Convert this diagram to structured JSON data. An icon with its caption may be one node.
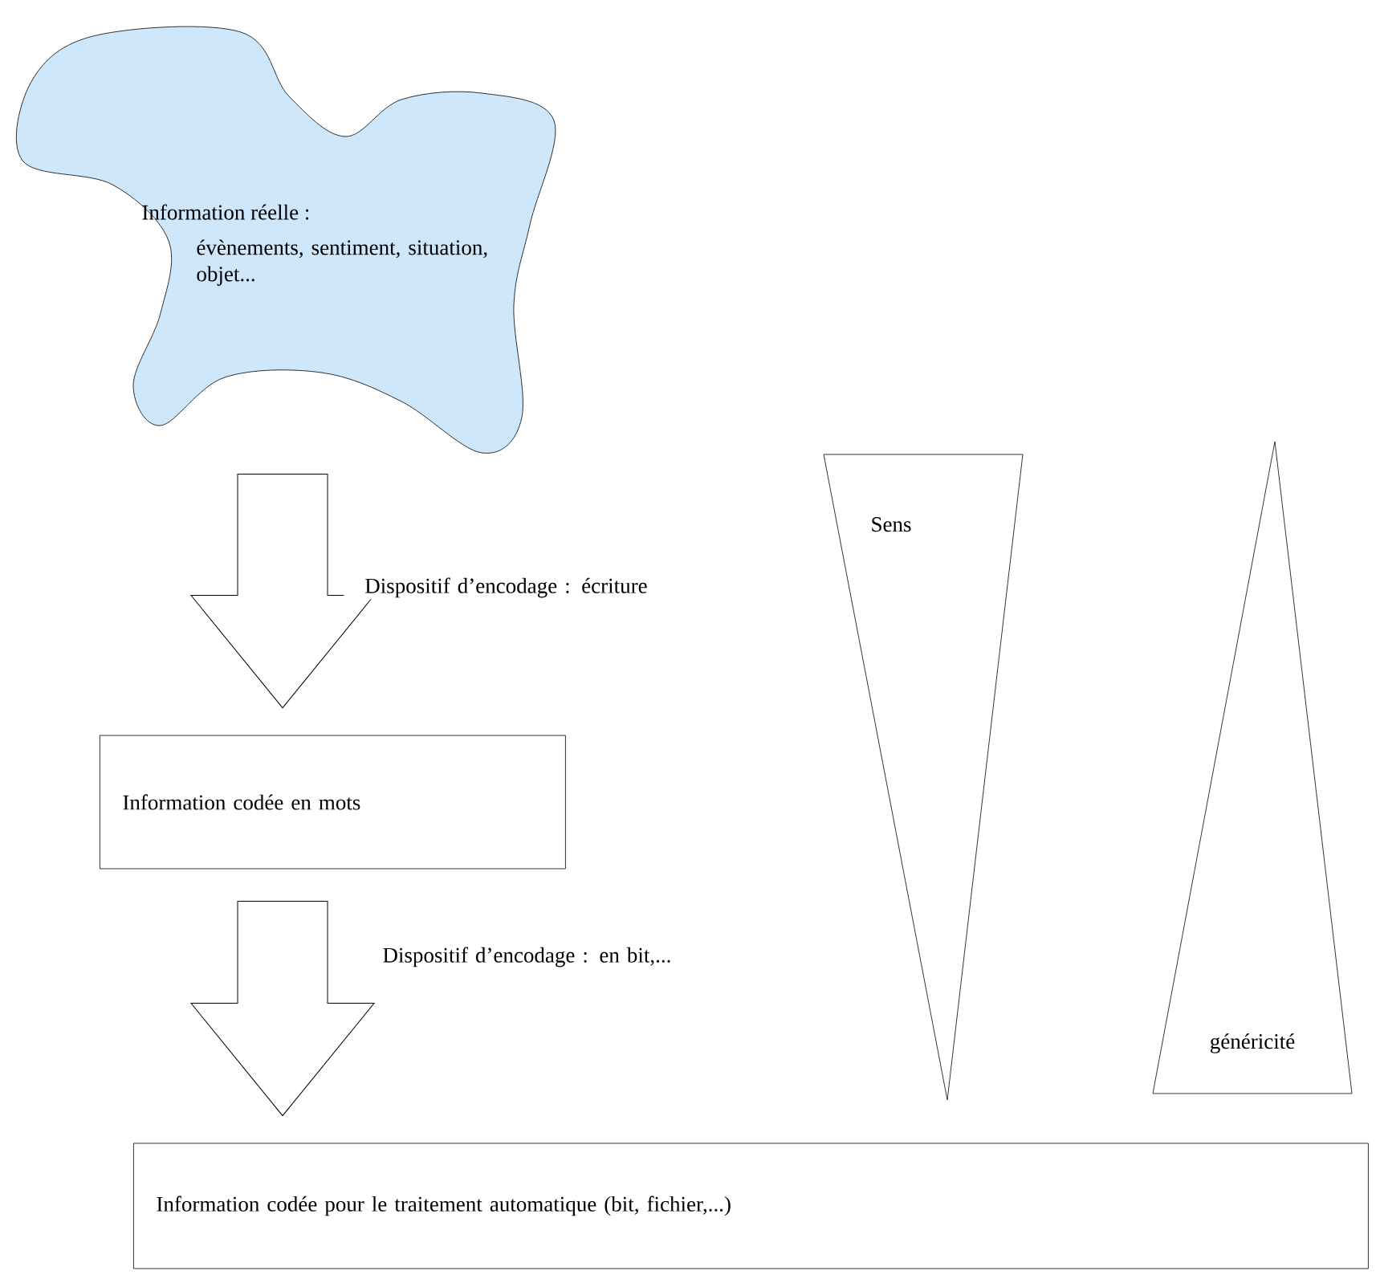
{
  "diagram": {
    "nodes": [
      {
        "text": [
          "Information réelle :",
          "évènements, sentiment, situation, objet..."
        ]
      },
      {
        "text": [
          "Information codée en mots"
        ]
      },
      {
        "text": [
          "Information codée pour le traitement automatique (bit, fichier,...)"
        ]
      },
      {
        "text": [
          "Sens"
        ]
      },
      {
        "text": [
          "généricité"
        ]
      }
    ],
    "edges": [
      {
        "from": 0,
        "to": 1,
        "arrow": "to",
        "label": "Dispositif d’encodage : écriture"
      },
      {
        "from": 1,
        "to": 2,
        "arrow": "to",
        "label": "Dispositif d’encodage : en bit,..."
      }
    ]
  }
}
